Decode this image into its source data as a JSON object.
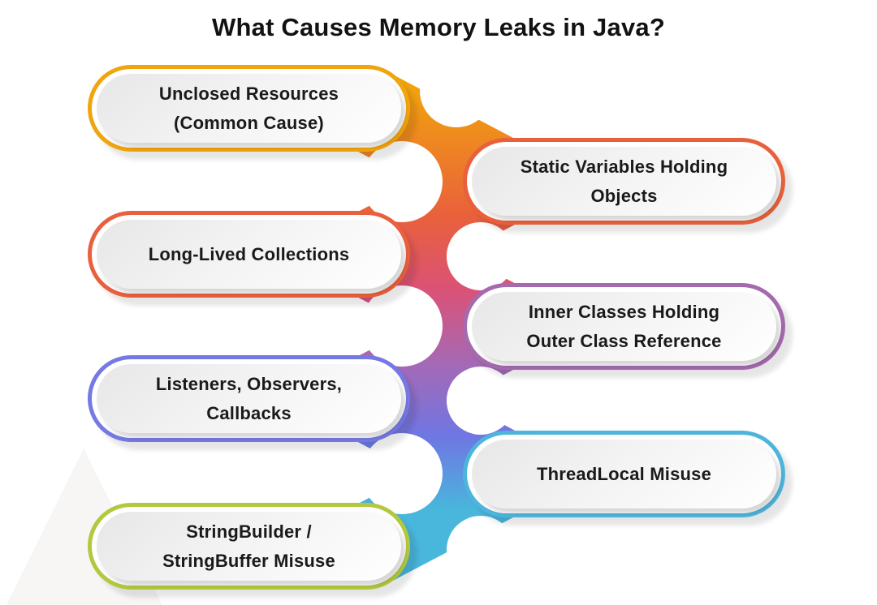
{
  "title": "What Causes Memory Leaks in Java?",
  "boxes": [
    {
      "line1": "Unclosed Resources",
      "line2": "(Common Cause)",
      "color": "#F0A40D"
    },
    {
      "line1": "Static Variables Holding",
      "line2": "Objects",
      "color": "#E8613C"
    },
    {
      "line1": "Long-Lived Collections",
      "line2": "",
      "color": "#E8603E"
    },
    {
      "line1": "Inner Classes Holding",
      "line2": "Outer Class Reference",
      "color": "#A569AE"
    },
    {
      "line1": "Listeners, Observers,",
      "line2": "Callbacks",
      "color": "#7679E4"
    },
    {
      "line1": "ThreadLocal Misuse",
      "line2": "",
      "color": "#4DB5DB"
    },
    {
      "line1": "StringBuilder /",
      "line2": "StringBuffer Misuse",
      "color": "#B3C83E"
    }
  ],
  "spine_gradient": [
    "#F2A60B",
    "#E9603C",
    "#DA5277",
    "#A569B5",
    "#6F76E3",
    "#49B6DC"
  ],
  "background": {
    "triangle_color": "#F7F6F4",
    "page_color": "#FFFFFF",
    "text_color": "#1A1A1A"
  }
}
